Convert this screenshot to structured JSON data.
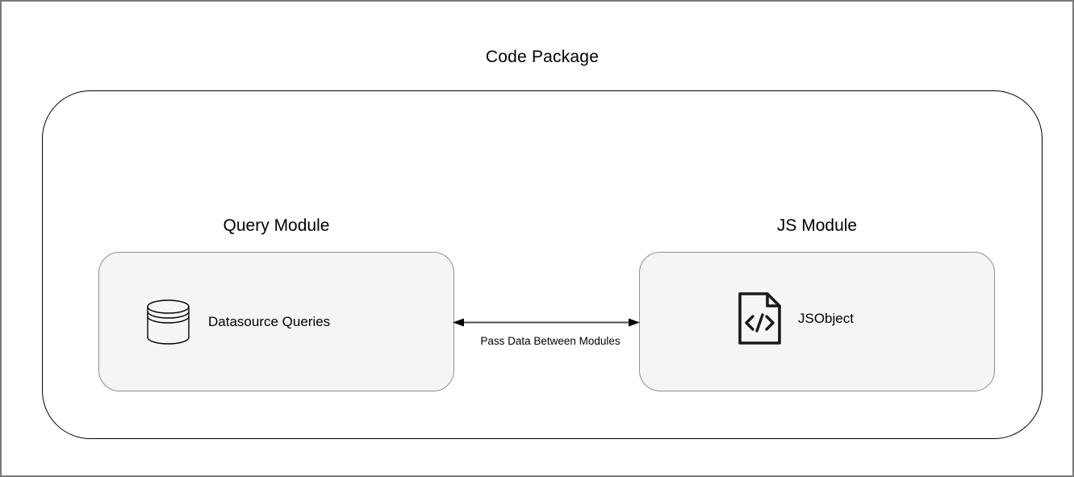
{
  "diagram": {
    "title": "Code Package",
    "container_name": "Code Package",
    "modules": [
      {
        "label": "Query Module",
        "item": "Datasource Queries",
        "icon": "database-icon"
      },
      {
        "label": "JS Module",
        "item": "JSObject",
        "icon": "code-file-icon"
      }
    ],
    "connector": {
      "label": "Pass Data Between Modules",
      "type": "bidirectional-arrow"
    }
  },
  "colors": {
    "background": "#ffffff",
    "frame_border": "#7a7a7a",
    "container_border": "#000000",
    "node_fill": "#f5f5f5",
    "node_border": "#919191",
    "arrow_shaft": "#4d4d4d",
    "arrow_head": "#000000",
    "text": "#000000"
  }
}
